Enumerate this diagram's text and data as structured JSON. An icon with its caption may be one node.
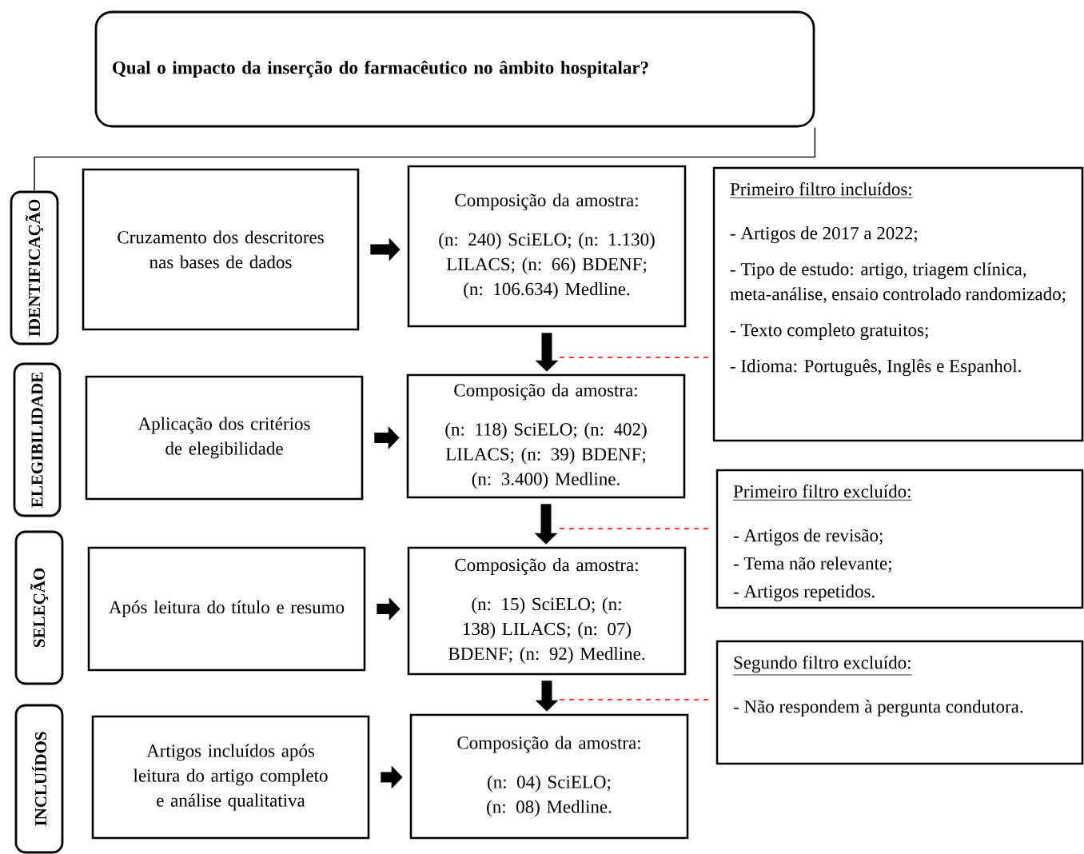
{
  "diagram": {
    "nodes": [
      {
        "text": [
          "Qual o impacto da inserção do farmacêutico no âmbito hospitalar?"
        ]
      },
      {
        "text": [
          "IDENTIFICAÇÃO"
        ]
      },
      {
        "text": [
          "Cruzamento dos descritores nas bases de dados"
        ]
      },
      {
        "text": [
          "Composição da amostra:",
          "(n: 240) SciELO; (n: 1.130) LILACS; (n: 66) BDENF; (n: 106.634) Medline."
        ]
      },
      {
        "text": [
          "Primeiro filtro incluídos:",
          "- Artigos de 2017 a 2022;",
          "- Tipo de estudo: artigo, triagem clínica, meta-análise, ensaio controlado randomizado;",
          "- Texto completo gratuitos;",
          "- Idioma: Português, Inglês e Espanhol."
        ]
      },
      {
        "text": [
          "ELEGIBILIDADE"
        ]
      },
      {
        "text": [
          "Aplicação dos critérios de elegibilidade"
        ]
      },
      {
        "text": [
          "Composição da amostra:",
          "(n: 118) SciELO; (n: 402) LILACS; (n: 39) BDENF; (n: 3.400) Medline."
        ]
      },
      {
        "text": [
          "Primeiro filtro excluído:",
          "- Artigos de revisão;",
          "- Tema não relevante;",
          "- Artigos repetidos."
        ]
      },
      {
        "text": [
          "SELEÇÃO"
        ]
      },
      {
        "text": [
          "Após leitura do título e resumo"
        ]
      },
      {
        "text": [
          "Composição da amostra:",
          "(n: 15) SciELO; (n: 138) LILACS; (n: 07) BDENF; (n: 92) Medline."
        ]
      },
      {
        "text": [
          "Segundo filtro excluído:",
          "- Não respondem à pergunta condutora."
        ]
      },
      {
        "text": [
          "INCLUÍDOS"
        ]
      },
      {
        "text": [
          "Artigos incluídos após leitura do artigo completo e análise qualitativa"
        ]
      },
      {
        "text": [
          "Composição da amostra:",
          "(n: 04) SciELO; (n: 08) Medline."
        ]
      }
    ],
    "edges": [
      {
        "from": 0,
        "to": 1,
        "arrow": "none"
      },
      {
        "from": 2,
        "to": 3,
        "arrow": "to"
      },
      {
        "from": 3,
        "to": 7,
        "arrow": "to"
      },
      {
        "from": 6,
        "to": 7,
        "arrow": "to"
      },
      {
        "from": 7,
        "to": 11,
        "arrow": "to"
      },
      {
        "from": 10,
        "to": 11,
        "arrow": "to"
      },
      {
        "from": 11,
        "to": 15,
        "arrow": "to"
      },
      {
        "from": 14,
        "to": 15,
        "arrow": "to"
      },
      {
        "from": null,
        "to": 4,
        "arrow": "none",
        "style": "dashed",
        "color": "#ff0000"
      },
      {
        "from": null,
        "to": 8,
        "arrow": "none",
        "style": "dashed",
        "color": "#ff0000"
      },
      {
        "from": null,
        "to": 12,
        "arrow": "none",
        "style": "dashed",
        "color": "#ff0000"
      }
    ]
  }
}
